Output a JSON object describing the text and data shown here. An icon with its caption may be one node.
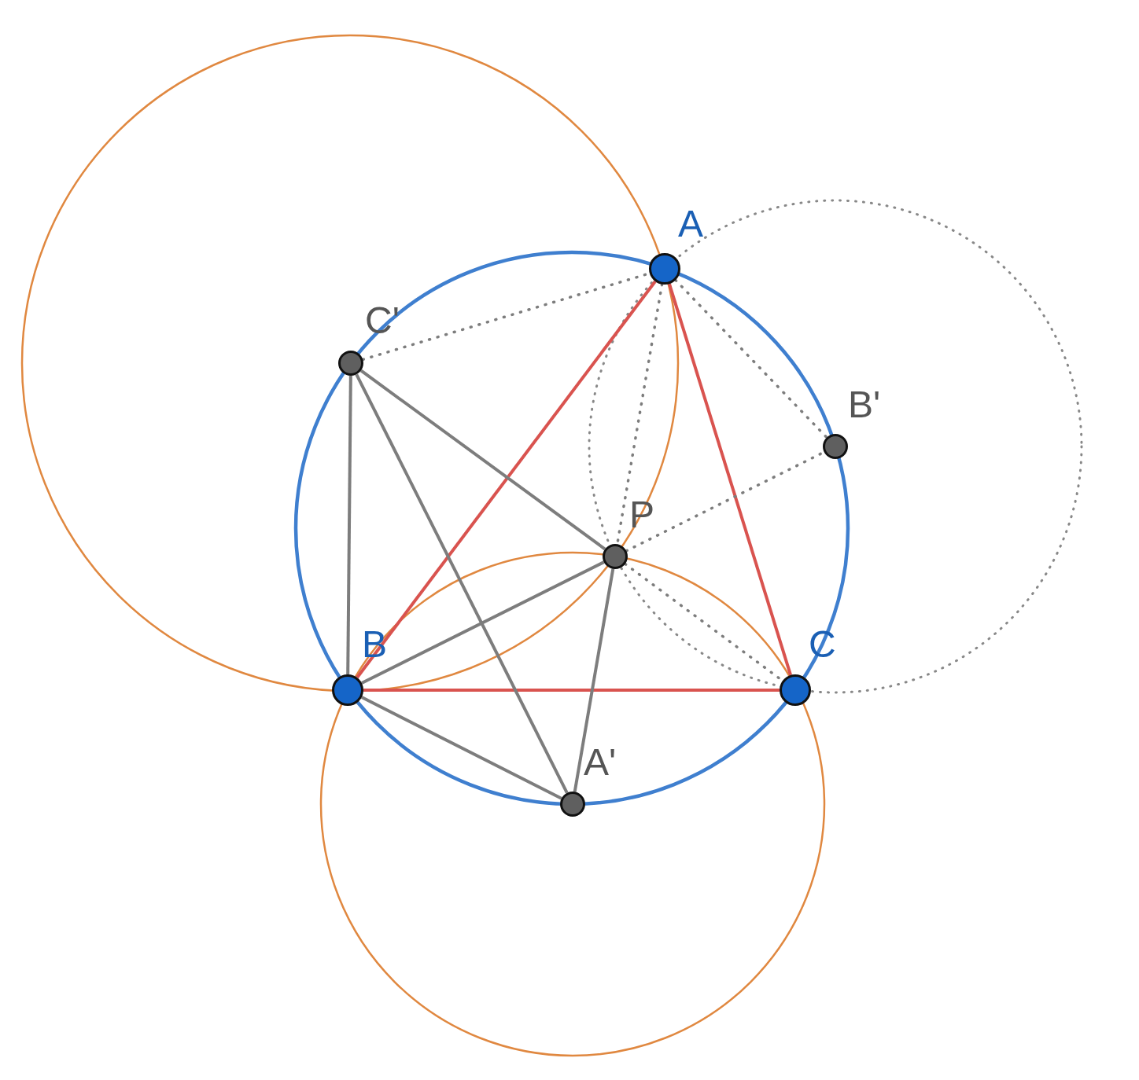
{
  "diagram": {
    "nodes": [
      {
        "text": [
          "A"
        ]
      },
      {
        "text": [
          "B"
        ]
      },
      {
        "text": [
          "C"
        ]
      },
      {
        "text": [
          "P"
        ]
      },
      {
        "text": [
          "A'"
        ]
      },
      {
        "text": [
          "B'"
        ]
      },
      {
        "text": [
          "C'"
        ]
      }
    ],
    "edges": [
      {
        "from": 0,
        "to": 1,
        "arrow": "none",
        "color": "#d9534f"
      },
      {
        "from": 1,
        "to": 2,
        "arrow": "none",
        "color": "#d9534f"
      },
      {
        "from": 2,
        "to": 0,
        "arrow": "none",
        "color": "#d9534f"
      },
      {
        "from": 6,
        "to": 1,
        "arrow": "none"
      },
      {
        "from": 6,
        "to": 4,
        "arrow": "none"
      },
      {
        "from": 6,
        "to": 3,
        "arrow": "none"
      },
      {
        "from": 1,
        "to": 3,
        "arrow": "none"
      },
      {
        "from": 1,
        "to": 4,
        "arrow": "none"
      },
      {
        "from": 3,
        "to": 4,
        "arrow": "none"
      },
      {
        "from": 6,
        "to": 0,
        "arrow": "none",
        "style": "dashed"
      },
      {
        "from": 0,
        "to": 5,
        "arrow": "none",
        "style": "dashed"
      },
      {
        "from": 3,
        "to": 5,
        "arrow": "none",
        "style": "dashed"
      },
      {
        "from": 0,
        "to": 3,
        "arrow": "none",
        "style": "dashed"
      },
      {
        "from": 3,
        "to": 2,
        "arrow": "none",
        "style": "dashed"
      }
    ]
  }
}
